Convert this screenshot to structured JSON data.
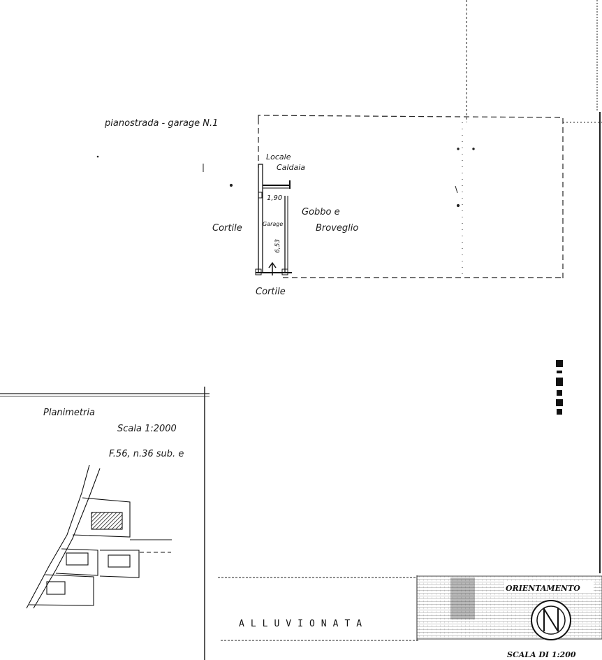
{
  "floor_plan": {
    "title": "pianostrada - garage N.1",
    "labels": {
      "locale_caldaia_1": "Locale",
      "locale_caldaia_2": "Caldaia",
      "dimension": "1,90",
      "garage": "Garage",
      "cortile_west": "Cortile",
      "cortile_south": "Cortile",
      "neighbor_1": "Gobbo e",
      "neighbor_2": "Broveglio",
      "depth": "6,53"
    }
  },
  "planimetria": {
    "title": "Planimetria",
    "scale": "Scala 1:2000",
    "reference": "F.56, n.36 sub. e"
  },
  "title_block": {
    "alluvionata": "ALLUVIONATA",
    "orientamento": "ORIENTAMENTO",
    "scala": "SCALA DI 1:200"
  }
}
